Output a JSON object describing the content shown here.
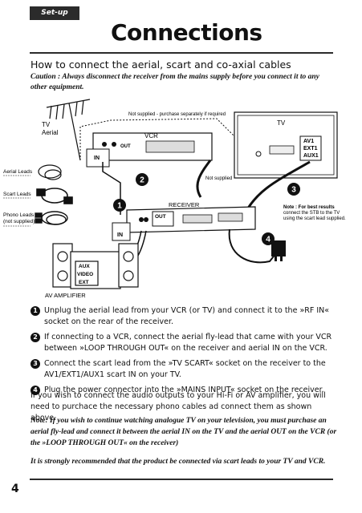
{
  "header": {
    "section_tab": "Set-up",
    "title": "Connections"
  },
  "heading": "How to connect the aerial, scart and co-axial cables",
  "caution": "Caution : Always disconnect the receiver from the mains supply before you connect it to any other equipment.",
  "diagram": {
    "tv_aerial_label_1": "TV",
    "tv_aerial_label_2": "Aerial",
    "not_supplied_purchase": "Not supplied - purchase separately if required",
    "vcr_label": "VCR",
    "vcr_in": "IN",
    "vcr_out": "OUT",
    "tv_label": "TV",
    "tv_av1": "AV1",
    "tv_ext1": "EXT1",
    "tv_aux1": "AUX1",
    "receiver_label": "RECEIVER",
    "receiver_in": "IN",
    "receiver_out": "OUT",
    "not_supplied": "Not supplied",
    "aerial_leads": "Aerial Leads",
    "scart_leads": "Scart Leads",
    "phono_leads_1": "Phono Leads",
    "phono_leads_2": "(not supplied)",
    "note_1": "Note  : For best results",
    "note_2": "connect the STB to the TV",
    "note_3": "using the scart lead supplied.",
    "amp_aux": "AUX",
    "amp_video": "VIDEO",
    "amp_ext": "EXT",
    "amplifier_label": "AV AMPLIFIER",
    "callouts": [
      "1",
      "2",
      "3",
      "4"
    ]
  },
  "steps": [
    {
      "num": "1",
      "text": "Unplug the aerial lead from your VCR (or TV) and connect it to the »RF IN« socket on the rear of the receiver."
    },
    {
      "num": "2",
      "text": "If connecting to a VCR, connect the aerial fly-lead that came with your VCR between »LOOP THROUGH OUT« on the receiver and aerial IN on the VCR."
    },
    {
      "num": "3",
      "text": "Connect the scart lead from the »TV SCART« socket on the receiver to the AV1/EXT1/AUX1 scart IN on your TV."
    },
    {
      "num": "4",
      "text": "Plug the power connector into the »MAINS INPUT« socket on the receiver."
    }
  ],
  "audio_paragraph": "If you wish to connect the audio outputs to your Hi-Fi or AV amplifier, you will need to purchace the necessary phono cables ad connect them as shown above.",
  "note_paragraph": "Note: If you wish to continue watching analogue TV on your television, you must purchase an aerial fly-lead and connect it between the aerial IN on the TV and the aerial OUT on the VCR (or the »LOOP THROUGH OUT« on the receiver)",
  "recommend_paragraph": "It is strongly recommended that the product be connected via scart leads to your TV and VCR.",
  "page_number": "4"
}
